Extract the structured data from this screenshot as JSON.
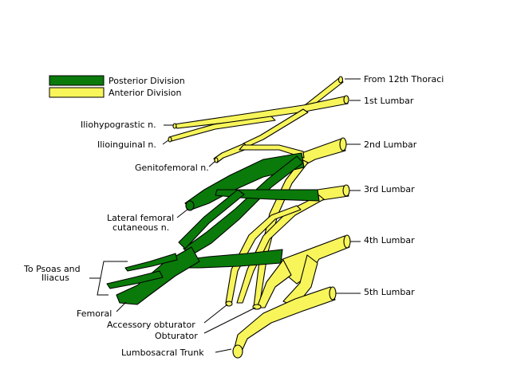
{
  "colors": {
    "posterior": "#0a7a0a",
    "anterior": "#f7f55a",
    "outline": "#000000",
    "background": "#ffffff"
  },
  "legend": {
    "posterior": "Posterior Division",
    "anterior": "Anterior Division"
  },
  "roots": {
    "t12": "From 12th Thoraci",
    "l1": "1st Lumbar",
    "l2": "2nd Lumbar",
    "l3": "3rd Lumbar",
    "l4": "4th Lumbar",
    "l5": "5th Lumbar"
  },
  "branches": {
    "iliohypogastric": "Iliohypograstic n.",
    "ilioinguinal": "Ilioinguinal n.",
    "genitofemoral": "Genitofemoral n.",
    "lateral_femoral_1": "Lateral femoral",
    "lateral_femoral_2": "cutaneous n.",
    "psoas_1": "To Psoas and",
    "psoas_2": "Iliacus",
    "femoral": "Femoral",
    "accessory_obturator": "Accessory obturator",
    "obturator": "Obturator",
    "lumbosacral": "Lumbosacral Trunk"
  }
}
